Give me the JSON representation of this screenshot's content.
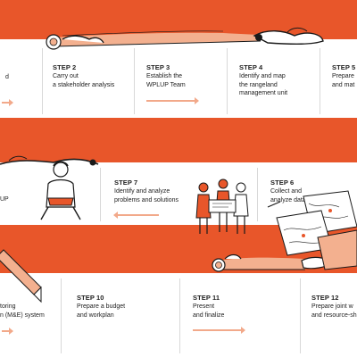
{
  "colors": {
    "background": "#e8562a",
    "card": "#ffffff",
    "arrow": "#f2a98a",
    "text": "#1e1e1e"
  },
  "steps": [
    {
      "title": "",
      "desc": "d"
    },
    {
      "title": "STEP 2",
      "desc": "Carry out\na stakeholder analysis"
    },
    {
      "title": "STEP 3",
      "desc": "Establish the\nWPLUP Team"
    },
    {
      "title": "STEP 4",
      "desc": "Identify and map\nthe rangeland\nmanagement unit"
    },
    {
      "title": "STEP 5",
      "desc": "Prepare\nand mat"
    },
    {
      "title": "STEP 6",
      "desc": "Collect and\nanalyze data"
    },
    {
      "title": "STEP 7",
      "desc": "Identify and analyze\nproblems and solutions"
    },
    {
      "title": "",
      "desc": "UP"
    },
    {
      "title": "",
      "desc": "toring\nn (M&E) system"
    },
    {
      "title": "STEP 10",
      "desc": "Prepare a budget\nand workplan"
    },
    {
      "title": "STEP 11",
      "desc": "Present\nand finalize"
    },
    {
      "title": "STEP 12",
      "desc": "Prepare joint w\nand resource-sh"
    }
  ],
  "icons": {
    "roll_left": "rolled-paper-icon",
    "roll_middle": "rolled-paper-icon",
    "person_sitting": "person-icon",
    "team_meeting": "team-icon",
    "maps": "map-icon",
    "pencil": "pencil-icon"
  }
}
